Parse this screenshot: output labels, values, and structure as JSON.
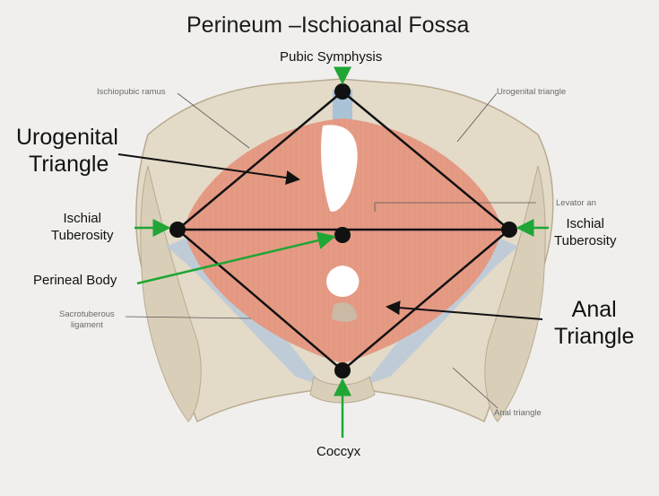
{
  "title": "Perineum –Ischioanal Fossa",
  "labels": {
    "pubic_symphysis": "Pubic Symphysis",
    "urogenital_triangle_line1": "Urogenital",
    "urogenital_triangle_line2": "Triangle",
    "ischial_tuberosity_left_line1": "Ischial",
    "ischial_tuberosity_left_line2": "Tuberosity",
    "ischial_tuberosity_right_line1": "Ischial",
    "ischial_tuberosity_right_line2": "Tuberosity",
    "perineal_body": "Perineal Body",
    "anal_triangle_line1": "Anal",
    "anal_triangle_line2": "Triangle",
    "coccyx": "Coccyx"
  },
  "atlas_labels": {
    "ischiopubic_ramus": "Ischiopubic ramus",
    "urogenital_triangle": "Urogenital triangle",
    "levator_ani": "Levator an",
    "sacrotuberous_line1": "Sacrotuberous",
    "sacrotuberous_line2": "ligament",
    "anal_triangle": "Anal triangle"
  },
  "colors": {
    "background": "#f0efed",
    "bone": "#e3dac7",
    "muscle": "#e59a84",
    "ligament": "#b9c9d9",
    "outline": "#111111",
    "green_arrow": "#1fa634"
  }
}
